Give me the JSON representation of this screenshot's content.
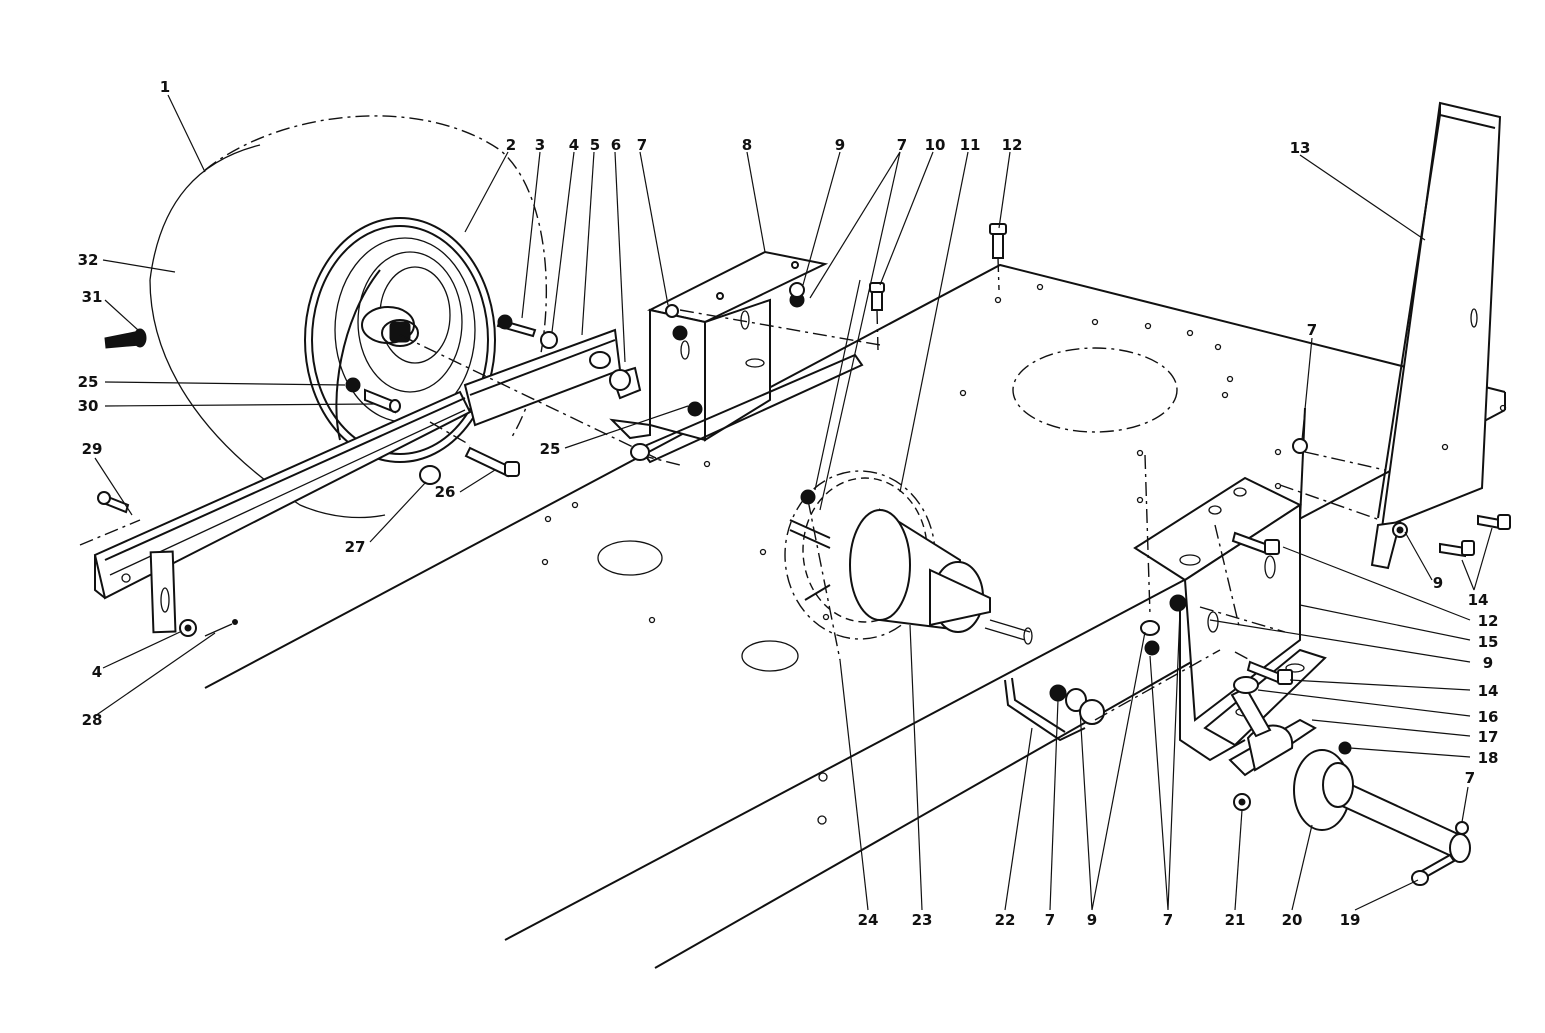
{
  "callouts": [
    {
      "id": "c1",
      "text": "1"
    },
    {
      "id": "c2",
      "text": "2"
    },
    {
      "id": "c3",
      "text": "3"
    },
    {
      "id": "c4a",
      "text": "4"
    },
    {
      "id": "c5",
      "text": "5"
    },
    {
      "id": "c6",
      "text": "6"
    },
    {
      "id": "c7a",
      "text": "7"
    },
    {
      "id": "c8",
      "text": "8"
    },
    {
      "id": "c9a",
      "text": "9"
    },
    {
      "id": "c7b",
      "text": "7"
    },
    {
      "id": "c10",
      "text": "10"
    },
    {
      "id": "c11",
      "text": "11"
    },
    {
      "id": "c12a",
      "text": "12"
    },
    {
      "id": "c13",
      "text": "13"
    },
    {
      "id": "c32",
      "text": "32"
    },
    {
      "id": "c31",
      "text": "31"
    },
    {
      "id": "c25a",
      "text": "25"
    },
    {
      "id": "c30",
      "text": "30"
    },
    {
      "id": "c29",
      "text": "29"
    },
    {
      "id": "c25b",
      "text": "25"
    },
    {
      "id": "c26",
      "text": "26"
    },
    {
      "id": "c27",
      "text": "27"
    },
    {
      "id": "c4b",
      "text": "4"
    },
    {
      "id": "c28",
      "text": "28"
    },
    {
      "id": "c7c",
      "text": "7"
    },
    {
      "id": "c9b",
      "text": "9"
    },
    {
      "id": "c14a",
      "text": "14"
    },
    {
      "id": "c12b",
      "text": "12"
    },
    {
      "id": "c15",
      "text": "15"
    },
    {
      "id": "c9c",
      "text": "9"
    },
    {
      "id": "c14b",
      "text": "14"
    },
    {
      "id": "c16",
      "text": "16"
    },
    {
      "id": "c17",
      "text": "17"
    },
    {
      "id": "c18",
      "text": "18"
    },
    {
      "id": "c7d",
      "text": "7"
    },
    {
      "id": "c24",
      "text": "24"
    },
    {
      "id": "c23",
      "text": "23"
    },
    {
      "id": "c22",
      "text": "22"
    },
    {
      "id": "c7e",
      "text": "7"
    },
    {
      "id": "c9d",
      "text": "9"
    },
    {
      "id": "c7f",
      "text": "7"
    },
    {
      "id": "c21",
      "text": "21"
    },
    {
      "id": "c20",
      "text": "20"
    },
    {
      "id": "c19",
      "text": "19"
    }
  ]
}
